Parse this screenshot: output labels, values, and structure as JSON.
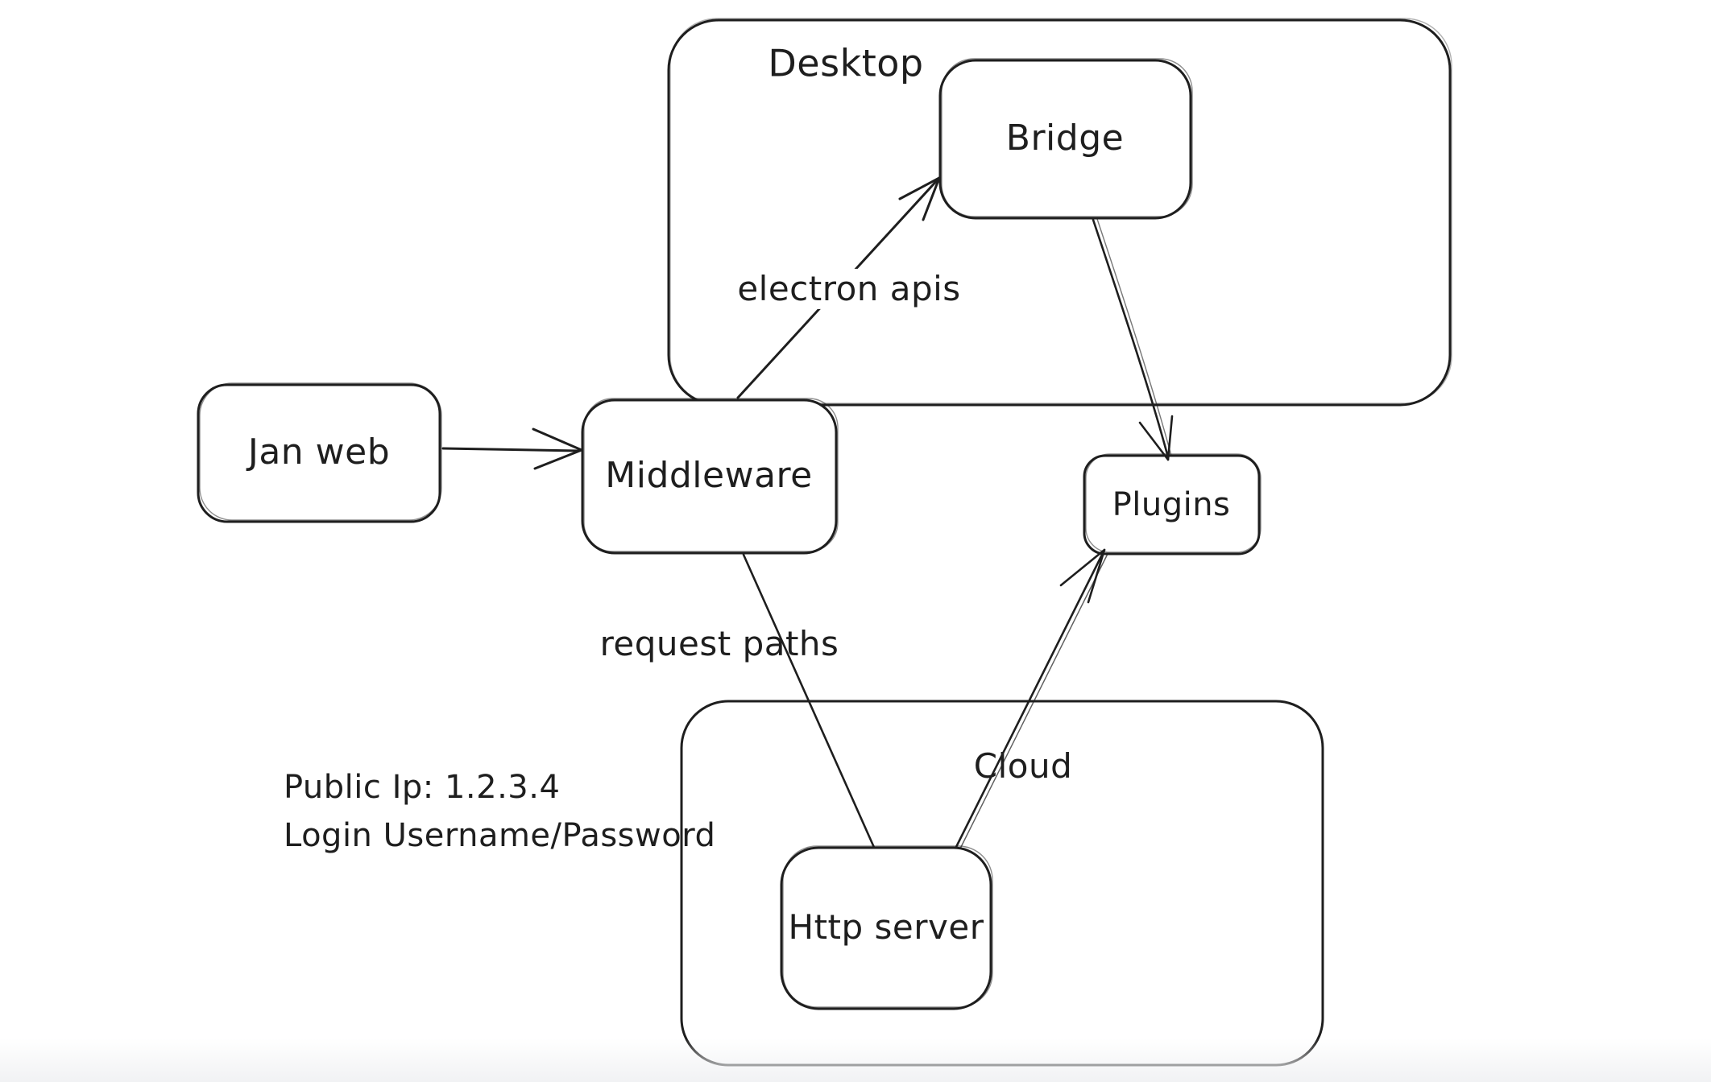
{
  "canvas": {
    "background": "#ffffff",
    "stroke_color": "#1e1e1e",
    "footer_fade_color": "#f1f2f4"
  },
  "containers": [
    {
      "id": "desktop",
      "label": "Desktop"
    },
    {
      "id": "cloud",
      "label": "Cloud"
    }
  ],
  "nodes": [
    {
      "id": "jan-web",
      "label": "Jan web"
    },
    {
      "id": "middleware",
      "label": "Middleware"
    },
    {
      "id": "bridge",
      "label": "Bridge"
    },
    {
      "id": "plugins",
      "label": "Plugins"
    },
    {
      "id": "http-server",
      "label": "Http server"
    }
  ],
  "edges": [
    {
      "from": "Jan web",
      "to": "Middleware",
      "label": "",
      "style": "arrow"
    },
    {
      "from": "Middleware",
      "to": "Bridge",
      "label": "electron apis",
      "style": "arrow"
    },
    {
      "from": "Bridge",
      "to": "Plugins",
      "label": "",
      "style": "arrow"
    },
    {
      "from": "Middleware",
      "to": "Http server",
      "label": "request paths",
      "style": "line"
    },
    {
      "from": "Http server",
      "to": "Plugins",
      "label": "",
      "style": "arrow"
    }
  ],
  "annotations": [
    {
      "id": "electron-apis",
      "text": "electron apis"
    },
    {
      "id": "request-paths",
      "text": "request paths"
    },
    {
      "id": "public-ip",
      "text": "Public Ip: 1.2.3.4"
    },
    {
      "id": "login-credentials",
      "text": "Login Username/Password"
    }
  ]
}
